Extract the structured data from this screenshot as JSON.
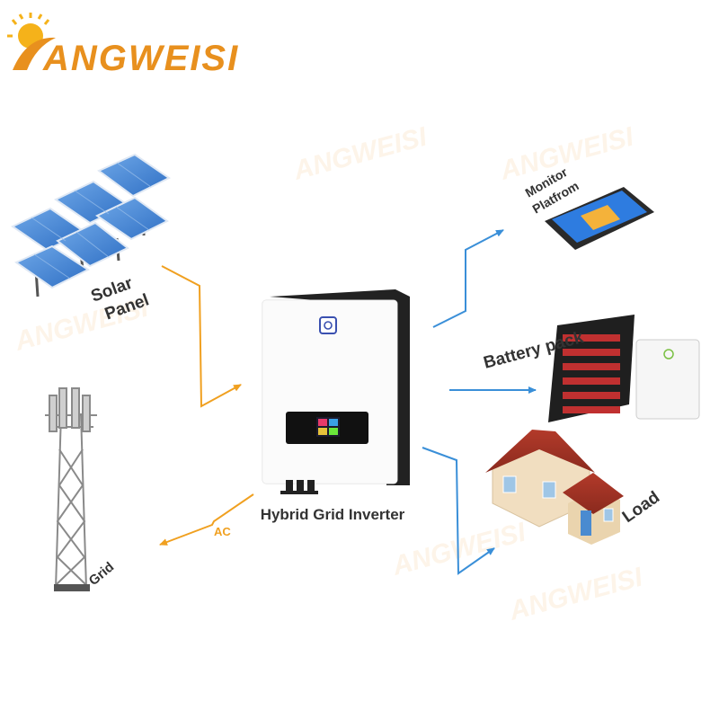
{
  "brand": {
    "name": "ANGWEISI",
    "watermark": "ANGWEISI"
  },
  "center": {
    "title": "Hybrid Grid Inverter"
  },
  "nodes": {
    "solar": {
      "line1": "Solar",
      "line2": "Panel"
    },
    "grid": {
      "label": "Grid"
    },
    "monitor": {
      "line1": "Monitor",
      "line2": "Platfrom"
    },
    "battery": {
      "label": "Battery pack"
    },
    "load": {
      "label": "Load"
    }
  },
  "flows": {
    "ac_label": "AC"
  },
  "colors": {
    "ac_flow": "#f0a020",
    "dc_flow": "#3a8fd8",
    "brand_orange": "#e8901e",
    "label_text": "#333333"
  }
}
